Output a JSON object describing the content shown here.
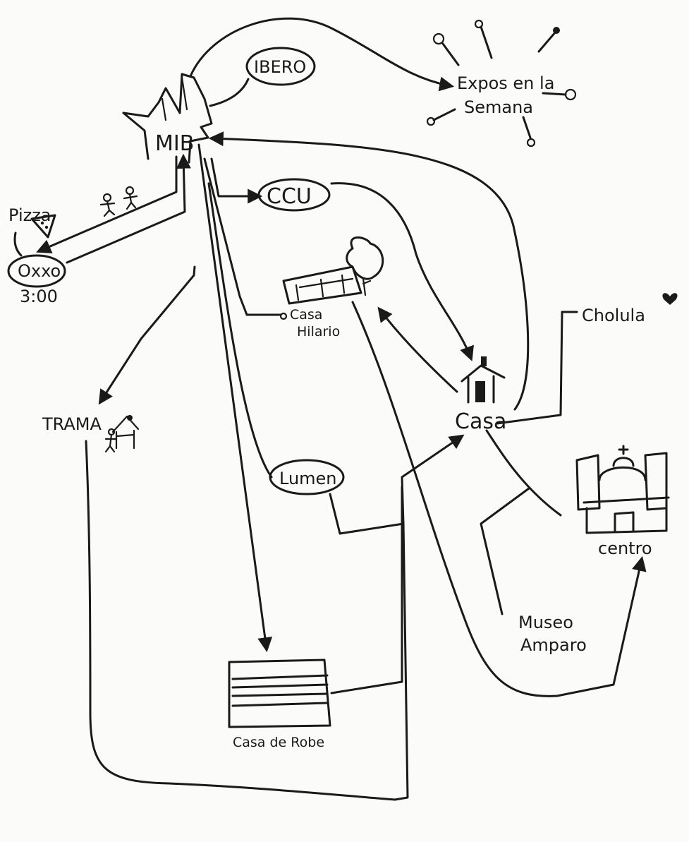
{
  "nodes": {
    "mib": "MIB",
    "ibero": "IBERO",
    "expos": [
      "Expos en la",
      "Semana"
    ],
    "ccu": "CCU",
    "pizza": "Pizza",
    "oxxo": "Oxxo",
    "oxxo_time": "3:00",
    "casa_hilario": [
      "Casa",
      "Hilario"
    ],
    "cholula": "Cholula",
    "trama": "TRAMA",
    "casa": "Casa",
    "lumen": "Lumen",
    "centro": "centro",
    "museo_amparo": [
      "Museo",
      "Amparo"
    ],
    "casa_de_robe": "Casa de Robe"
  },
  "icons": [
    "mib-building-icon",
    "pizza-slice-icon",
    "stick-figure-icon",
    "house-icon",
    "tree-icon",
    "church-icon",
    "cathedral-icon",
    "shelf-icon",
    "pin-icon",
    "heart-icon"
  ],
  "colors": {
    "ink": "#1a1a1a",
    "paper": "#fbfbf9"
  }
}
